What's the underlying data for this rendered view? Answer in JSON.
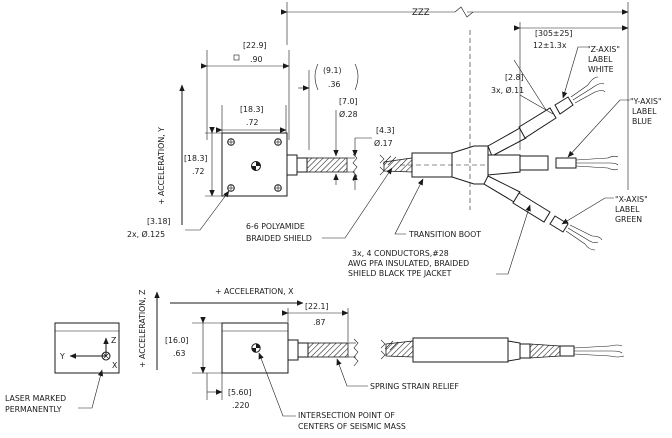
{
  "dimensions": {
    "overall_length": "ZZZ",
    "bolt_square_mm": "[22.9]",
    "bolt_square_in": ".90",
    "bolt_offset_mm": "(9.1)",
    "bolt_offset_in": ".36",
    "body_width_mm": "[18.3]",
    "body_width_in": ".72",
    "body_height_mm": "[18.3]",
    "body_height_in": ".72",
    "cable_dia_mm": "[7.0]",
    "cable_dia_in": "Ø.28",
    "wire_dia_mm": "[4.3]",
    "wire_dia_in": "Ø.17",
    "lead_length": "[305±25]",
    "lead_length_in": "12±1.3x",
    "sleeve_dia_mm": "[2.8]",
    "sleeve_dia_in": "3x, Ø.11",
    "mount_hole_mm": "[3.18]",
    "mount_hole_in": "2x, Ø.125",
    "side_height_mm": "[16.0]",
    "side_height_in": ".63",
    "side_len_mm": "[22.1]",
    "side_len_in": ".87",
    "mass_offset_mm": "[5.60]",
    "mass_offset_in": ".220"
  },
  "labels": {
    "z_axis_1": "\"Z-AXIS\"",
    "z_axis_2": "LABEL",
    "z_axis_3": "WHITE",
    "y_axis_1": "\"Y-AXIS\"",
    "y_axis_2": "LABEL",
    "y_axis_3": "BLUE",
    "x_axis_1": "\"X-AXIS\"",
    "x_axis_2": "LABEL",
    "x_axis_3": "GREEN",
    "shield_1": "6-6 POLYAMIDE",
    "shield_2": "BRAIDED SHIELD",
    "boot": "TRANSITION BOOT",
    "conductors_1": "3x, 4 CONDUCTORS,#28",
    "conductors_2": "AWG PFA INSULATED, BRAIDED",
    "conductors_3": "SHIELD BLACK TPE JACKET",
    "accel_y": "+ ACCELERATION, Y",
    "accel_x": "+ ACCELERATION, X",
    "accel_z": "+ ACCELERATION, Z",
    "laser_1": "LASER MARKED",
    "laser_2": "PERMANENTLY",
    "strain_relief": "SPRING STRAIN RELIEF",
    "intersection_1": "INTERSECTION POINT OF",
    "intersection_2": "CENTERS OF SEISMIC MASS",
    "axis_z": "Z",
    "axis_y": "Y",
    "axis_x": "X"
  }
}
